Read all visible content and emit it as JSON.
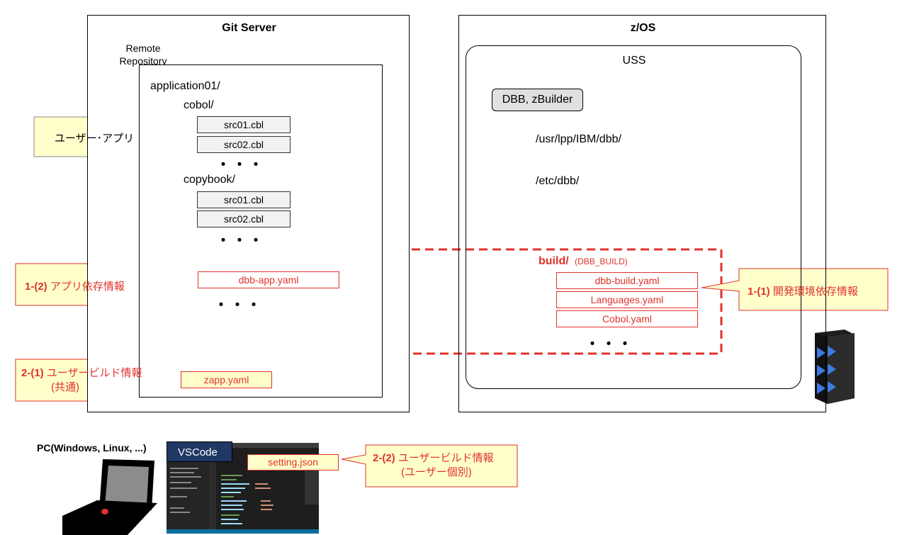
{
  "git_server": {
    "title": "Git Server",
    "remote_repository": "Remote\nRepository",
    "root": "application01/",
    "cobol_dir": "cobol/",
    "cobol_files": [
      "src01.cbl",
      "src02.cbl"
    ],
    "copybook_dir": "copybook/",
    "copybook_files": [
      "src01.cbl",
      "src02.cbl"
    ],
    "ellipsis": "・・・",
    "app_config_file": "dbb-app.yaml",
    "zapp_file": "zapp.yaml"
  },
  "zos": {
    "title": "z/OS",
    "uss_title": "USS",
    "dbb_button": "DBB, zBuilder",
    "path_dbb": "/usr/lpp/IBM/dbb/",
    "path_etc": "/etc/dbb/",
    "build_dir": "build/",
    "build_env": "(DBB_BUILD)",
    "build_files": [
      "dbb-build.yaml",
      "Languages.yaml",
      "Cobol.yaml"
    ],
    "ellipsis": "・・・"
  },
  "pc": {
    "title": "PC(Windows, Linux, ...)",
    "vscode_label": "VSCode",
    "settings_file": "setting.json"
  },
  "callouts": {
    "user_app": "ユーザー･アプリ",
    "app_dep_num": "1-(2)",
    "app_dep_text": " アプリ依存情報",
    "env_dep_num": "1-(1)",
    "env_dep_text": " 開発環境依存情報",
    "user_build_common_num": "2-(1)",
    "user_build_common_text": " ユーザービルド情報",
    "user_build_common_sub": "(共通)",
    "user_build_personal_num": "2-(2)",
    "user_build_personal_text": " ユーザービルド情報",
    "user_build_personal_sub": "(ユーザー個別)"
  },
  "colors": {
    "accent_red": "#e0322c",
    "callout_fill": "#ffffcc",
    "vscode_blue": "#1f3864"
  }
}
